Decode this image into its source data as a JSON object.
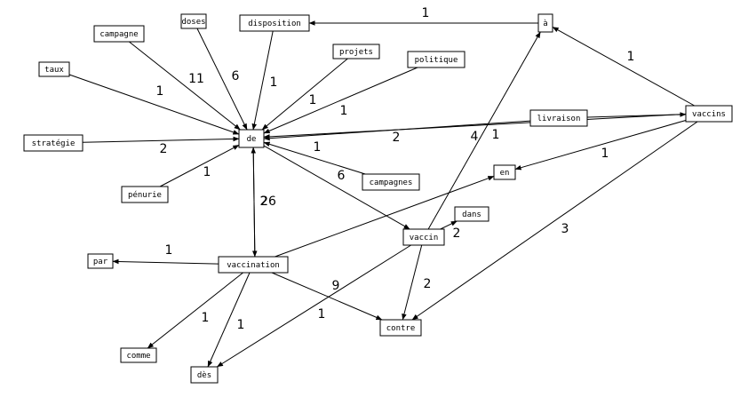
{
  "colors": {
    "background": "#ffffff",
    "stroke": "#000000",
    "text": "#000000"
  },
  "nodes": [
    {
      "id": "de",
      "label": "de"
    },
    {
      "id": "a",
      "label": "à"
    },
    {
      "id": "disposition",
      "label": "disposition"
    },
    {
      "id": "doses",
      "label": "doses"
    },
    {
      "id": "campagne",
      "label": "campagne"
    },
    {
      "id": "taux",
      "label": "taux"
    },
    {
      "id": "projets",
      "label": "projets"
    },
    {
      "id": "politique",
      "label": "politique"
    },
    {
      "id": "strategie",
      "label": "stratégie"
    },
    {
      "id": "penurie",
      "label": "pénurie"
    },
    {
      "id": "campagnes",
      "label": "campagnes"
    },
    {
      "id": "livraison",
      "label": "livraison"
    },
    {
      "id": "vaccins",
      "label": "vaccins"
    },
    {
      "id": "en",
      "label": "en"
    },
    {
      "id": "dans",
      "label": "dans"
    },
    {
      "id": "vaccin",
      "label": "vaccin"
    },
    {
      "id": "vaccination",
      "label": "vaccination"
    },
    {
      "id": "par",
      "label": "par"
    },
    {
      "id": "comme",
      "label": "comme"
    },
    {
      "id": "des",
      "label": "dès"
    },
    {
      "id": "contre",
      "label": "contre"
    }
  ],
  "edges": [
    {
      "from": "a",
      "to": "disposition",
      "label": "1"
    },
    {
      "from": "vaccins",
      "to": "a",
      "label": "1"
    },
    {
      "from": "campagne",
      "to": "de",
      "label": "11"
    },
    {
      "from": "doses",
      "to": "de",
      "label": "6"
    },
    {
      "from": "disposition",
      "to": "de",
      "label": "1"
    },
    {
      "from": "taux",
      "to": "de",
      "label": "1"
    },
    {
      "from": "projets",
      "to": "de",
      "label": "1"
    },
    {
      "from": "politique",
      "to": "de",
      "label": "1"
    },
    {
      "from": "strategie",
      "to": "de",
      "label": "2"
    },
    {
      "from": "penurie",
      "to": "de",
      "label": "1"
    },
    {
      "from": "campagnes",
      "to": "de",
      "label": "1"
    },
    {
      "from": "livraison",
      "to": "de",
      "label": "2"
    },
    {
      "from": "vaccins",
      "to": "de",
      "label": ""
    },
    {
      "from": "livraison",
      "to": "vaccins",
      "label": ""
    },
    {
      "from": "de",
      "to": "vaccin",
      "label": "6"
    },
    {
      "from": "de",
      "to": "vaccination",
      "label": "26"
    },
    {
      "from": "vaccination",
      "to": "de",
      "label": "2"
    },
    {
      "from": "vaccin",
      "to": "a",
      "label": "4"
    },
    {
      "from": "vaccin",
      "to": "dans",
      "label": "2"
    },
    {
      "from": "vaccin",
      "to": "contre",
      "label": "2"
    },
    {
      "from": "vaccin",
      "to": "des",
      "label": "1"
    },
    {
      "from": "vaccins",
      "to": "en",
      "label": "1"
    },
    {
      "from": "vaccins",
      "to": "contre",
      "label": "3"
    },
    {
      "from": "vaccination",
      "to": "en",
      "label": "1"
    },
    {
      "from": "vaccination",
      "to": "par",
      "label": "1"
    },
    {
      "from": "vaccination",
      "to": "comme",
      "label": "1"
    },
    {
      "from": "vaccination",
      "to": "des",
      "label": "1"
    },
    {
      "from": "vaccination",
      "to": "contre",
      "label": "9"
    }
  ]
}
